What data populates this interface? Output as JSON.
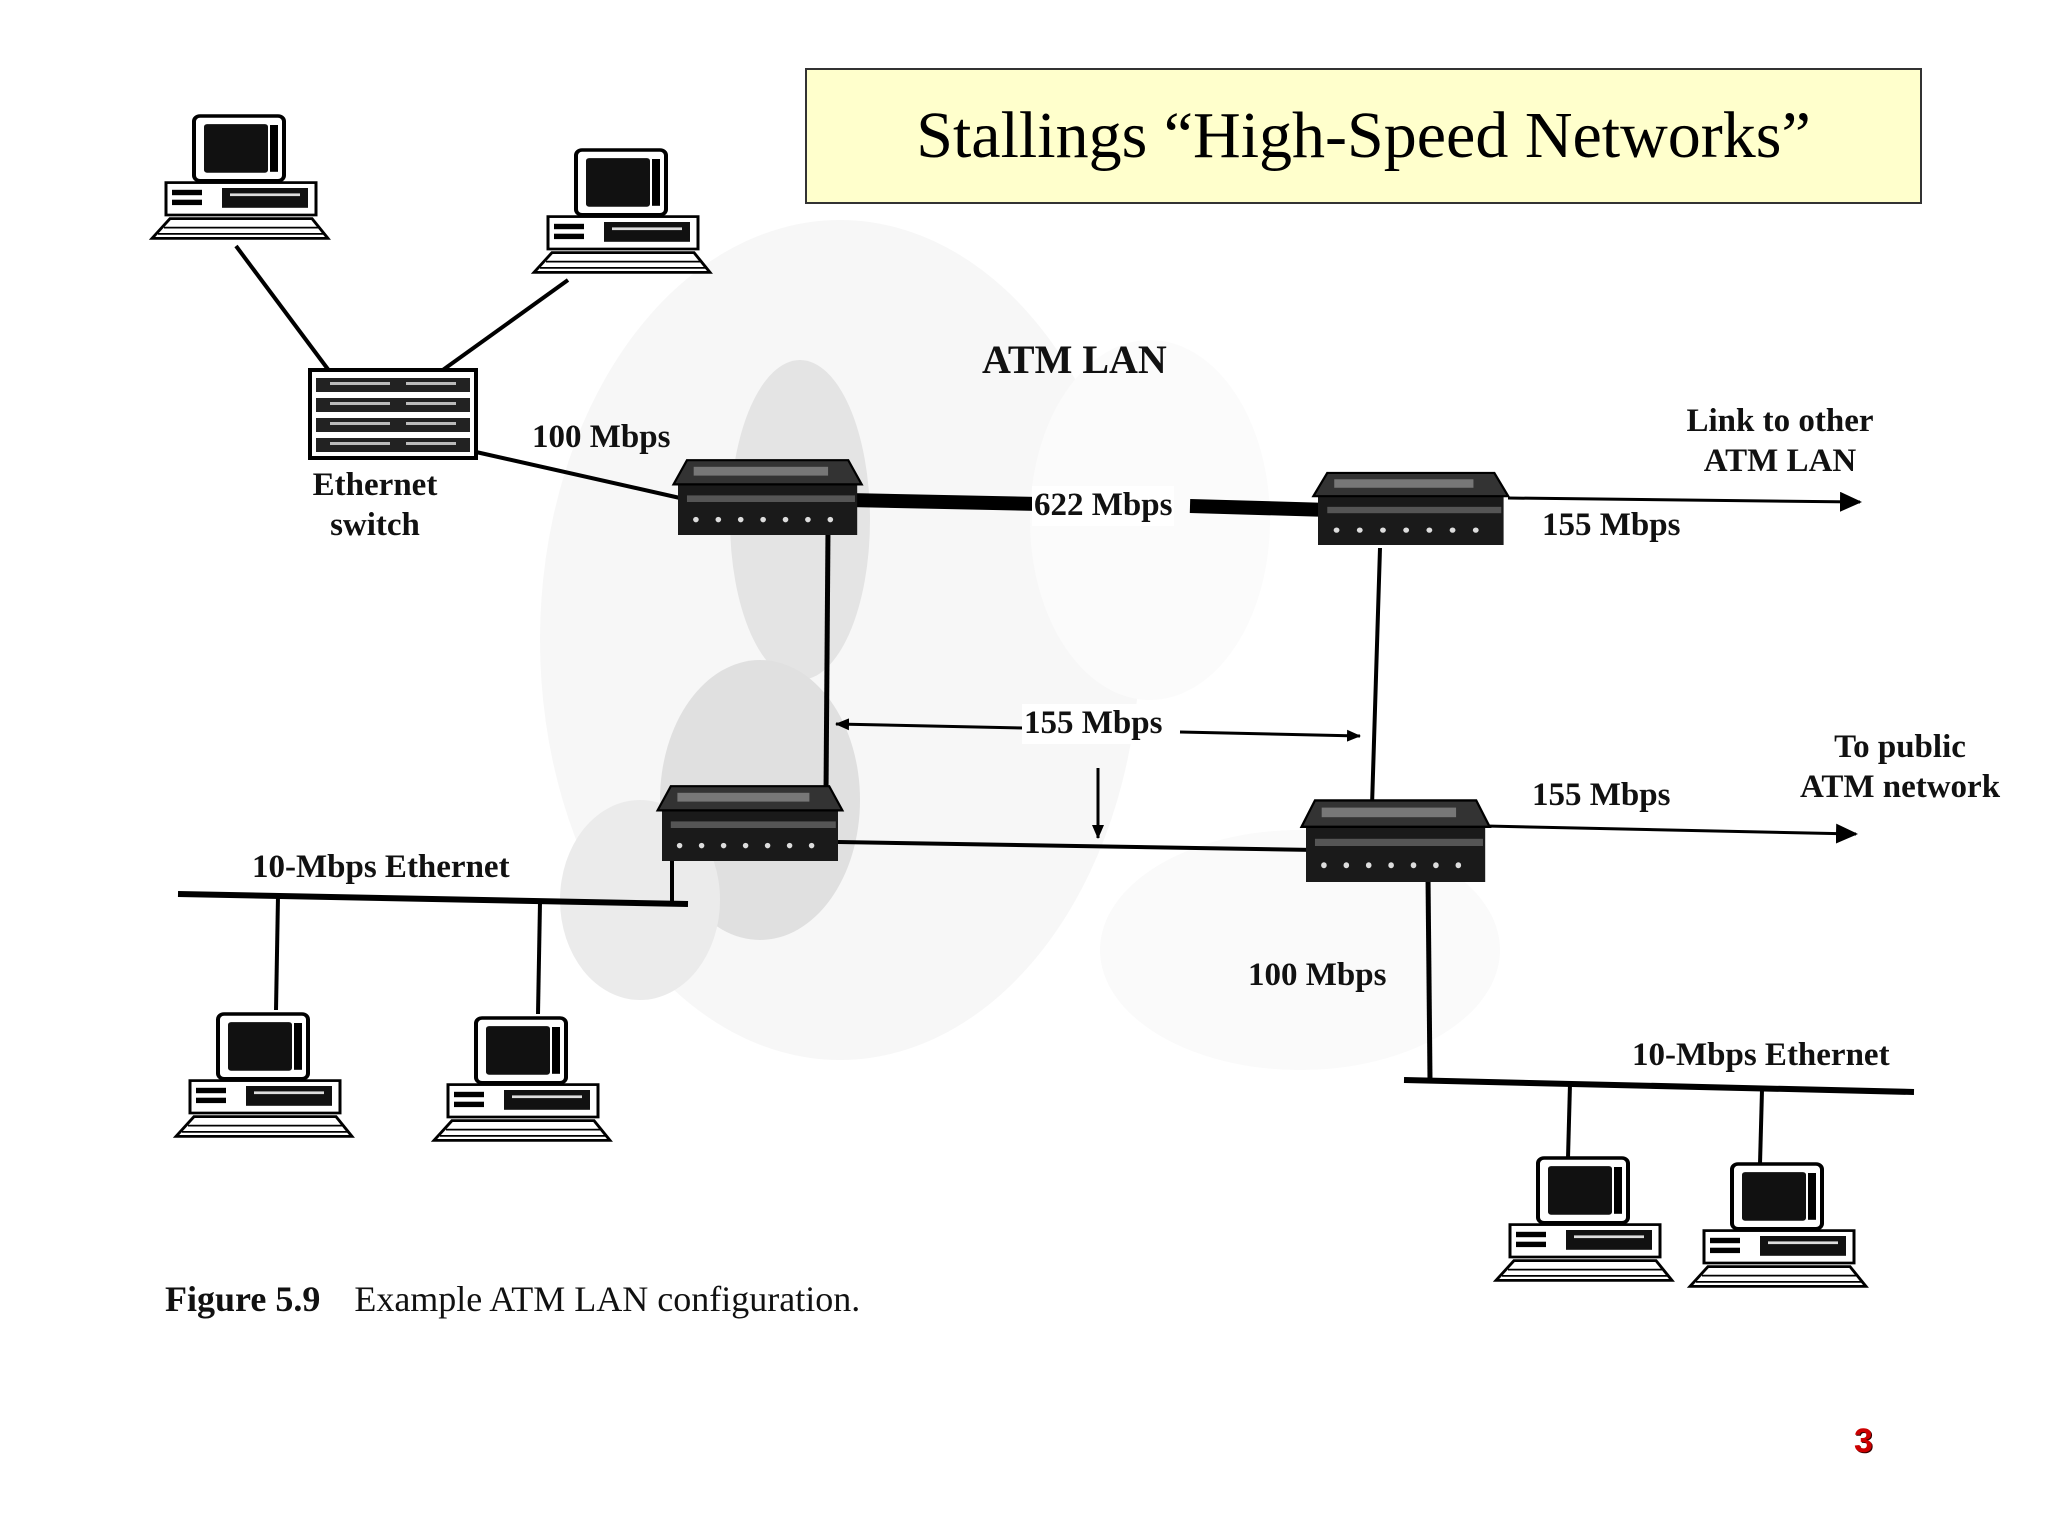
{
  "slide": {
    "title": "Stallings “High-Speed Networks”",
    "page_number": "3"
  },
  "diagram": {
    "cloud_label": "ATM LAN",
    "nodes": {
      "ethernet_switch": "Ethernet\nswitch"
    },
    "link_labels": {
      "switch_to_atm": "100 Mbps",
      "backbone": "622 Mbps",
      "cross_link": "155 Mbps",
      "to_other_lan": "155 Mbps",
      "to_public": "155 Mbps",
      "right_down": "100 Mbps",
      "left_ethernet": "10-Mbps Ethernet",
      "right_ethernet": "10-Mbps Ethernet"
    },
    "external_labels": {
      "other_lan": "Link to other\nATM LAN",
      "public_network": "To public\nATM network"
    },
    "caption": {
      "number": "Figure 5.9",
      "text": "Example ATM LAN configuration."
    }
  },
  "colors": {
    "title_background": "#ffffcc",
    "page_number": "#cc0000",
    "lines": "#000000"
  },
  "icons": [
    "desktop-computer-icon",
    "ethernet-switch-icon",
    "atm-switch-icon"
  ]
}
